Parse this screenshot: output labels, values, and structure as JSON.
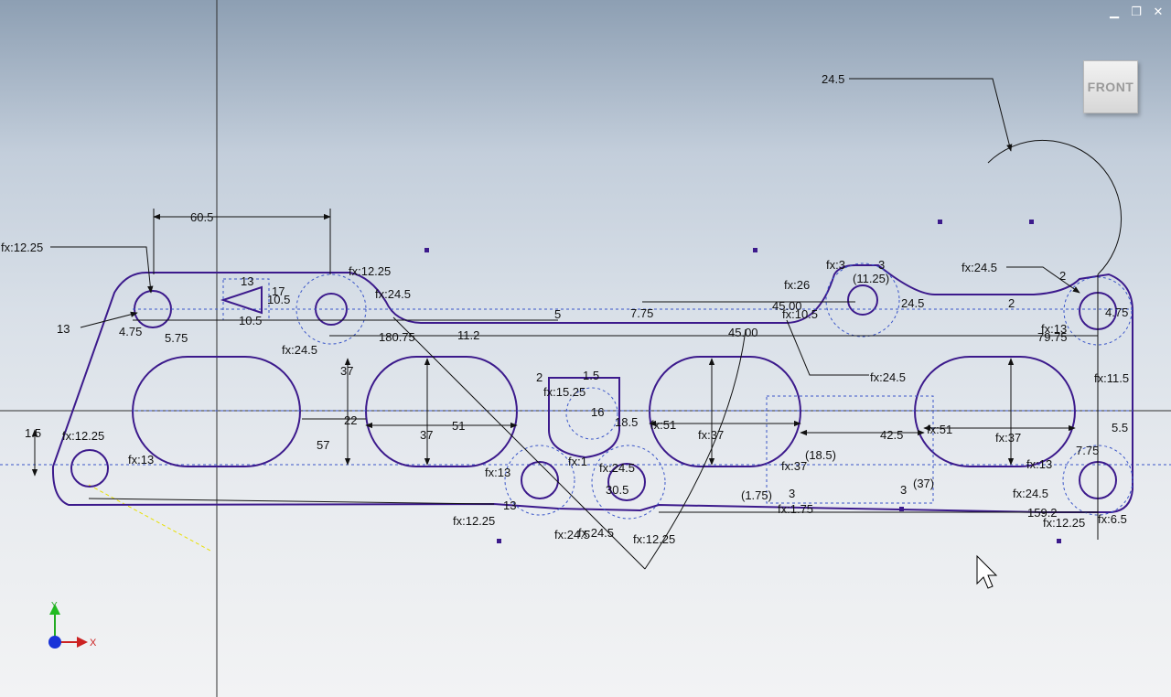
{
  "window_controls": {
    "minimize": "▁",
    "restore": "❐",
    "close": "✕"
  },
  "viewcube": {
    "label": "FRONT"
  },
  "triad": {
    "y": "Y",
    "x": "X"
  },
  "dimensions": {
    "d_24_5_arc": "24.5",
    "d_60_5": "60.5",
    "d_fx12_25_tl": "fx:12.25",
    "d_fx12_25_top": "fx:12.25",
    "d_fx24_5_top": "fx:24.5",
    "d_13_left": "13",
    "d_4_75_left": "4.75",
    "d_5_75": "5.75",
    "d_13_tri": "13",
    "d_10_5_tri": "10.5",
    "d_17": "17",
    "d_10_5_b": "10.5",
    "d_5": "5",
    "d_7_75": "7.75",
    "d_45_00_a": "45.00",
    "d_45_00_b": "45.00",
    "d_fx24_5_l": "fx:24.5",
    "d_180_75": "180.75",
    "d_11_2": "11.2",
    "d_37_v": "37",
    "d_22": "22",
    "d_57": "57",
    "d_37_s1": "37",
    "d_51_s1": "51",
    "d_2_a": "2",
    "d_1_5_a": "1.5",
    "d_fx15_25": "fx:15.25",
    "d_16": "16",
    "d_18_5": "18.5",
    "d_fx51_a": "fx:51",
    "d_fx37_a": "fx:37",
    "d_fx1": "fx:1",
    "d_fx24_5_mid": "fx:24.5",
    "d_30_5": "30.5",
    "d_fx13_mid": "fx:13",
    "d_13_mid": "13",
    "d_fx12_25_bm": "fx:12.25",
    "d_fx24_5_bm1": "fx:24.5",
    "d_fx24_5_bm2": "fx:24.5",
    "d_fx12_25_bm2": "fx:12.25",
    "d_1_5_left": "1.5",
    "d_fx12_25_bl": "fx:12.25",
    "d_fx13_bl": "fx:13",
    "d_fx3": "fx:3",
    "d_3_top": "3",
    "d_11_25": "(11.25)",
    "d_fx26": "fx:26",
    "d_fx10_5": "fx:10.5",
    "d_24_5_r": "24.5",
    "d_2_r": "2",
    "d_fx24_5_tr": "fx:24.5",
    "d_2_tr": "2",
    "d_fx13_r": "fx:13",
    "d_4_75_r": "4.75",
    "d_79_75": "79.75",
    "d_fx24_5_c": "fx:24.5",
    "d_fx11_5": "fx:11.5",
    "d_42_5": "42.5",
    "d_fx51_b": "fx:51",
    "d_fx37_b": "fx:37",
    "d_18_5_p": "(18.5)",
    "d_fx37_c": "fx:37",
    "d_37_p": "(37)",
    "d_1_75_p": "(1.75)",
    "d_3_b": "3",
    "d_fx1_75": "fx:1.75",
    "d_3_c": "3",
    "d_5_5": "5.5",
    "d_7_75_r": "7.75",
    "d_fx13_br": "fx:13",
    "d_fx24_5_br": "fx:24.5",
    "d_159_2": "159.2",
    "d_fx12_25_br": "fx:12.25",
    "d_fx6_5": "fx:6.5"
  }
}
